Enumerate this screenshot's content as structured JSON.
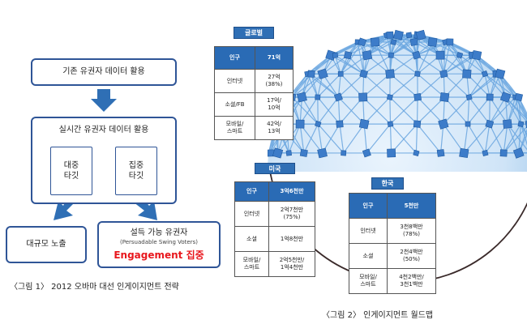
{
  "figure1": {
    "existing_box": "기존 유권자 데이터 활용",
    "realtime_box": "실시간 유권자 데이터 활용",
    "mass_target": [
      "대중",
      "타깃"
    ],
    "focus_target": [
      "집중",
      "타깃"
    ],
    "mass_exposure": "대규모 노출",
    "swing_title": "설득 가능 유권자",
    "swing_subtitle": "(Persuadable Swing Voters)",
    "engagement": "Engagement 집중",
    "caption": "〈그림 1〉 2012 오바마 대선 인게이지먼트 전략",
    "colors": {
      "box_border": "#2f5597",
      "arrow": "#2f6fb5",
      "engagement": "#e8171d"
    }
  },
  "figure2": {
    "caption": "〈그림 2〉 인게이지먼트 월드맵",
    "globe": {
      "icon": "network-globe-image",
      "colors": {
        "node": "#3d7cc9",
        "line": "#6aa6e0",
        "outline": "#3a2a2a"
      }
    },
    "global": {
      "title": "글로벌",
      "header": [
        "인구",
        "71억"
      ],
      "rows": [
        [
          "인터넷",
          "27억\n(38%)"
        ],
        [
          "소셜/FB",
          "17억/\n10억"
        ],
        [
          "모바일/\n스마트",
          "42억/\n13억"
        ]
      ]
    },
    "usa": {
      "title": "미국",
      "header": [
        "인구",
        "3억6천만"
      ],
      "rows": [
        [
          "인터넷",
          "2억7천만\n(75%)"
        ],
        [
          "소셜",
          "1억8천만"
        ],
        [
          "모바일/\n스마트",
          "2억5천만/\n1억4천만"
        ]
      ]
    },
    "korea": {
      "title": "한국",
      "header": [
        "인구",
        "5천만"
      ],
      "rows": [
        [
          "인터넷",
          "3천8백만\n(78%)"
        ],
        [
          "소셜",
          "2천4백만\n(50%)"
        ],
        [
          "모바일/\n스마트",
          "4천2백만/\n3천1백만"
        ]
      ]
    }
  }
}
